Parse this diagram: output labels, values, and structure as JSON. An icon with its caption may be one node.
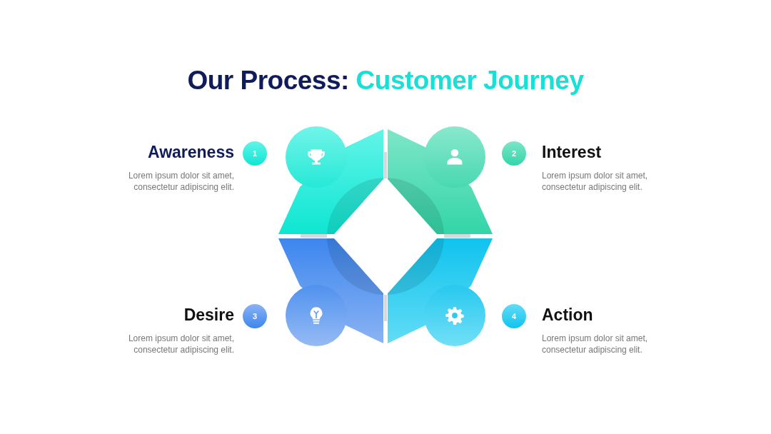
{
  "diagram": {
    "title": "Our Process: Customer Journey",
    "nodes": [
      {
        "text": [
          "1"
        ],
        "beside": [
          "Awareness",
          "Lorem ipsum dolor sit amet, consectetur adipiscing elit."
        ]
      },
      {
        "text": [
          "2"
        ],
        "beside": [
          "Interest",
          "Lorem ipsum dolor sit amet, consectetur adipiscing elit."
        ]
      },
      {
        "text": [
          "3"
        ],
        "beside": [
          "Desire",
          "Lorem ipsum dolor sit amet, consectetur adipiscing elit."
        ]
      },
      {
        "text": [
          "4"
        ],
        "beside": [
          "Action",
          "Lorem ipsum dolor sit amet, consectetur adipiscing elit."
        ]
      }
    ],
    "edges": []
  }
}
